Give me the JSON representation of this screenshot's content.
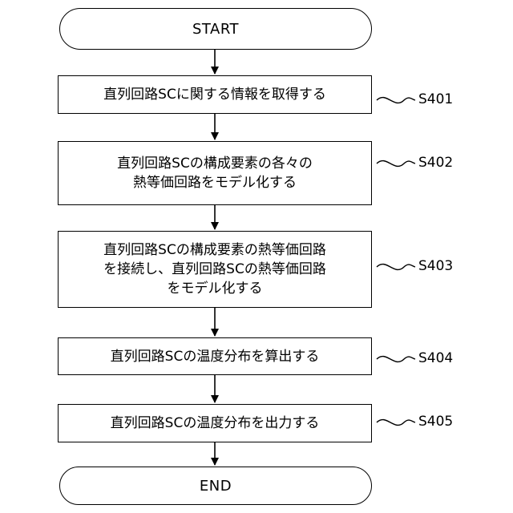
{
  "flowchart": {
    "start": {
      "label": "START"
    },
    "end": {
      "label": "END"
    },
    "steps": [
      {
        "id": "S401",
        "lines": [
          "直列回路SCに関する情報を取得する"
        ]
      },
      {
        "id": "S402",
        "lines": [
          "直列回路SCの構成要素の各々の",
          "熱等価回路をモデル化する"
        ]
      },
      {
        "id": "S403",
        "lines": [
          "直列回路SCの構成要素の熱等価回路",
          "を接続し、直列回路SCの熱等価回路",
          "をモデル化する"
        ]
      },
      {
        "id": "S404",
        "lines": [
          "直列回路SCの温度分布を算出する"
        ]
      },
      {
        "id": "S405",
        "lines": [
          "直列回路SCの温度分布を出力する"
        ]
      }
    ]
  }
}
